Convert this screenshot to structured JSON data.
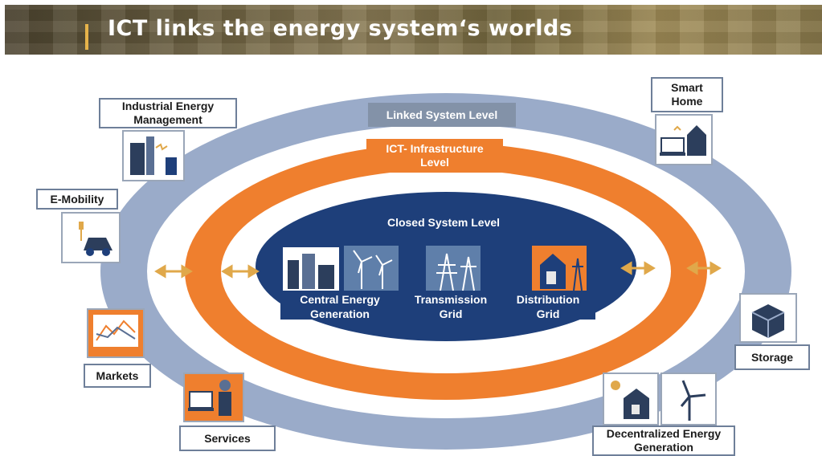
{
  "title": "ICT links the energy system‘s worlds",
  "levels": {
    "linked": "Linked System Level",
    "ict": "ICT- Infrastructure Level",
    "closed": "Closed System Level"
  },
  "inner_items": {
    "central": "Central Energy Generation",
    "transmission": "Transmission Grid",
    "distribution": "Distribution Grid"
  },
  "outer_labels": {
    "industrial": "Industrial Energy Management",
    "emobility": "E-Mobility",
    "markets": "Markets",
    "services": "Services",
    "smarthome": "Smart Home",
    "storage": "Storage",
    "decentralized": "Decentralized Energy Generation"
  },
  "colors": {
    "outer_ring": "#9aabc9",
    "ict_ring": "#ef7f2e",
    "closed_core": "#1e3f7a",
    "label_box": "#8392a8"
  }
}
